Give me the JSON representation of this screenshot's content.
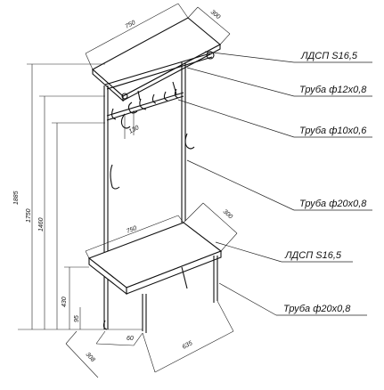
{
  "callouts": {
    "shelf_material": "ЛДСП S16,5",
    "hook_tube": "Труба ф12х0,8",
    "hanger_tube": "Труба ф10х0,6",
    "frame_tube": "Труба ф20х0,8",
    "seat_material": "ЛДСП S16,5",
    "leg_tube": "Труба ф20х0,8"
  },
  "dimensions": {
    "shelf_width": "750",
    "shelf_depth": "300",
    "total_height": "1885",
    "height_1750": "1750",
    "height_1460": "1460",
    "seat_height": "430",
    "small_95": "95",
    "hanger_130": "130",
    "bench_width": "750",
    "bench_depth": "300",
    "frame_60": "60",
    "frame_308": "308",
    "bench_635": "635"
  }
}
